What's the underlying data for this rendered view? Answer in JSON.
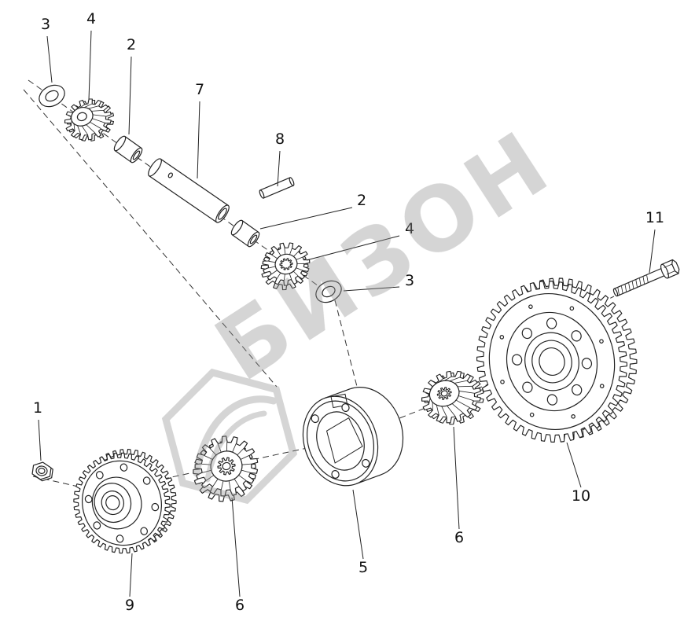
{
  "watermark": {
    "text": "БИЗОН"
  },
  "labels": [
    {
      "text": "3"
    },
    {
      "text": "4"
    },
    {
      "text": "2"
    },
    {
      "text": "7"
    },
    {
      "text": "8"
    },
    {
      "text": "2"
    },
    {
      "text": "4"
    },
    {
      "text": "3"
    },
    {
      "text": "11"
    },
    {
      "text": "1"
    },
    {
      "text": "9"
    },
    {
      "text": "6"
    },
    {
      "text": "5"
    },
    {
      "text": "6"
    },
    {
      "text": "10"
    }
  ],
  "parts": [
    {
      "label": "1",
      "name": "hex-nut"
    },
    {
      "label": "2",
      "name": "bushing"
    },
    {
      "label": "3",
      "name": "thrust-washer"
    },
    {
      "label": "4",
      "name": "bevel-pinion-gear"
    },
    {
      "label": "5",
      "name": "differential-housing"
    },
    {
      "label": "6",
      "name": "side-bevel-gear"
    },
    {
      "label": "7",
      "name": "pinion-shaft"
    },
    {
      "label": "8",
      "name": "lock-pin"
    },
    {
      "label": "9",
      "name": "hub-gear"
    },
    {
      "label": "10",
      "name": "final-drive-ring-gear"
    },
    {
      "label": "11",
      "name": "hex-bolt"
    }
  ],
  "colors": {
    "line": "#222222",
    "watermark": "#8f8f8f",
    "background": "#ffffff"
  }
}
